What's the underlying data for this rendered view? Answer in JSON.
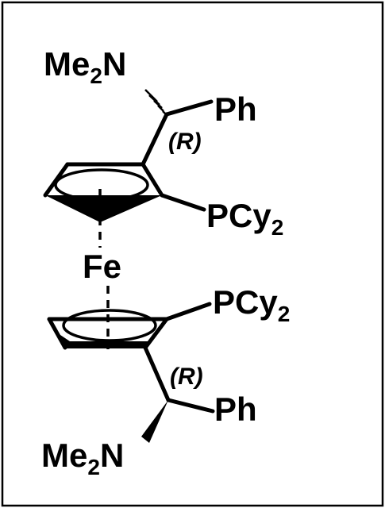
{
  "labels": {
    "amine_top": {
      "main": "Me",
      "sub": "2",
      "tail": "N"
    },
    "phenyl_top": "Ph",
    "stereo_top": "(R)",
    "phosphine_top": {
      "main": "PCy",
      "sub": "2"
    },
    "metal": "Fe",
    "phosphine_bottom": {
      "main": "PCy",
      "sub": "2"
    },
    "stereo_bottom": "(R)",
    "phenyl_bottom": "Ph",
    "amine_bottom": {
      "main": "Me",
      "sub": "2",
      "tail": "N"
    }
  },
  "colors": {
    "ink": "#000000",
    "background": "#ffffff"
  }
}
